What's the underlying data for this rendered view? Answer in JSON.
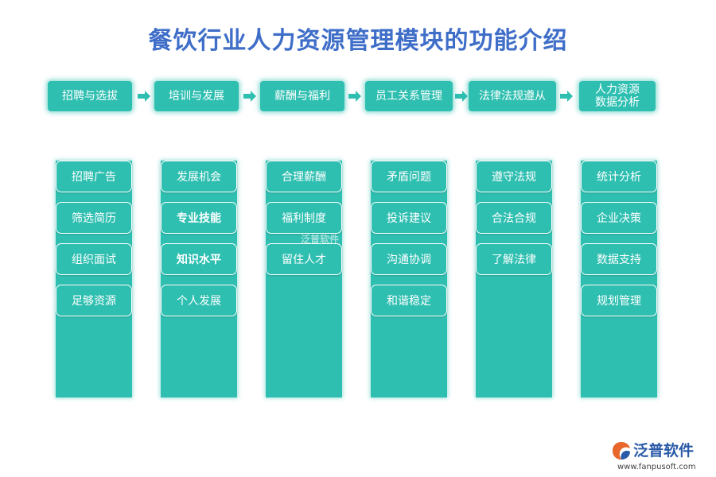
{
  "title": "餐饮行业人力资源管理模块的功能介绍",
  "categories": [
    {
      "label": "招聘与选拔",
      "items": [
        {
          "label": "招聘广告",
          "bold": false
        },
        {
          "label": "筛选简历",
          "bold": false
        },
        {
          "label": "组织面试",
          "bold": false
        },
        {
          "label": "足够资源",
          "bold": false
        }
      ]
    },
    {
      "label": "培训与发展",
      "items": [
        {
          "label": "发展机会",
          "bold": false
        },
        {
          "label": "专业技能",
          "bold": true
        },
        {
          "label": "知识水平",
          "bold": true
        },
        {
          "label": "个人发展",
          "bold": false
        }
      ]
    },
    {
      "label": "薪酬与福利",
      "items": [
        {
          "label": "合理薪酬",
          "bold": false
        },
        {
          "label": "福利制度",
          "bold": false
        },
        {
          "label": "留住人才",
          "bold": false
        }
      ]
    },
    {
      "label": "员工关系管理",
      "items": [
        {
          "label": "矛盾问题",
          "bold": false
        },
        {
          "label": "投诉建议",
          "bold": false
        },
        {
          "label": "沟通协调",
          "bold": false
        },
        {
          "label": "和谐稳定",
          "bold": false
        }
      ]
    },
    {
      "label": "法律法规遵从",
      "items": [
        {
          "label": "遵守法规",
          "bold": false
        },
        {
          "label": "合法合规",
          "bold": false
        },
        {
          "label": "了解法律",
          "bold": false
        }
      ]
    },
    {
      "label": "人力资源\n数据分析",
      "items": [
        {
          "label": "统计分析",
          "bold": false
        },
        {
          "label": "企业决策",
          "bold": false
        },
        {
          "label": "数据支持",
          "bold": false
        },
        {
          "label": "规划管理",
          "bold": false
        }
      ]
    }
  ],
  "watermark": "泛普软件",
  "brand": {
    "name": "泛普软件",
    "url": "www.fanpusoft.com",
    "logo_icon": "fanpu-logo-icon"
  },
  "colors": {
    "title": "#3f6ec9",
    "teal": "#2fbfb1",
    "brand": "#2a5aa8",
    "logo_orange": "#e8662a"
  }
}
